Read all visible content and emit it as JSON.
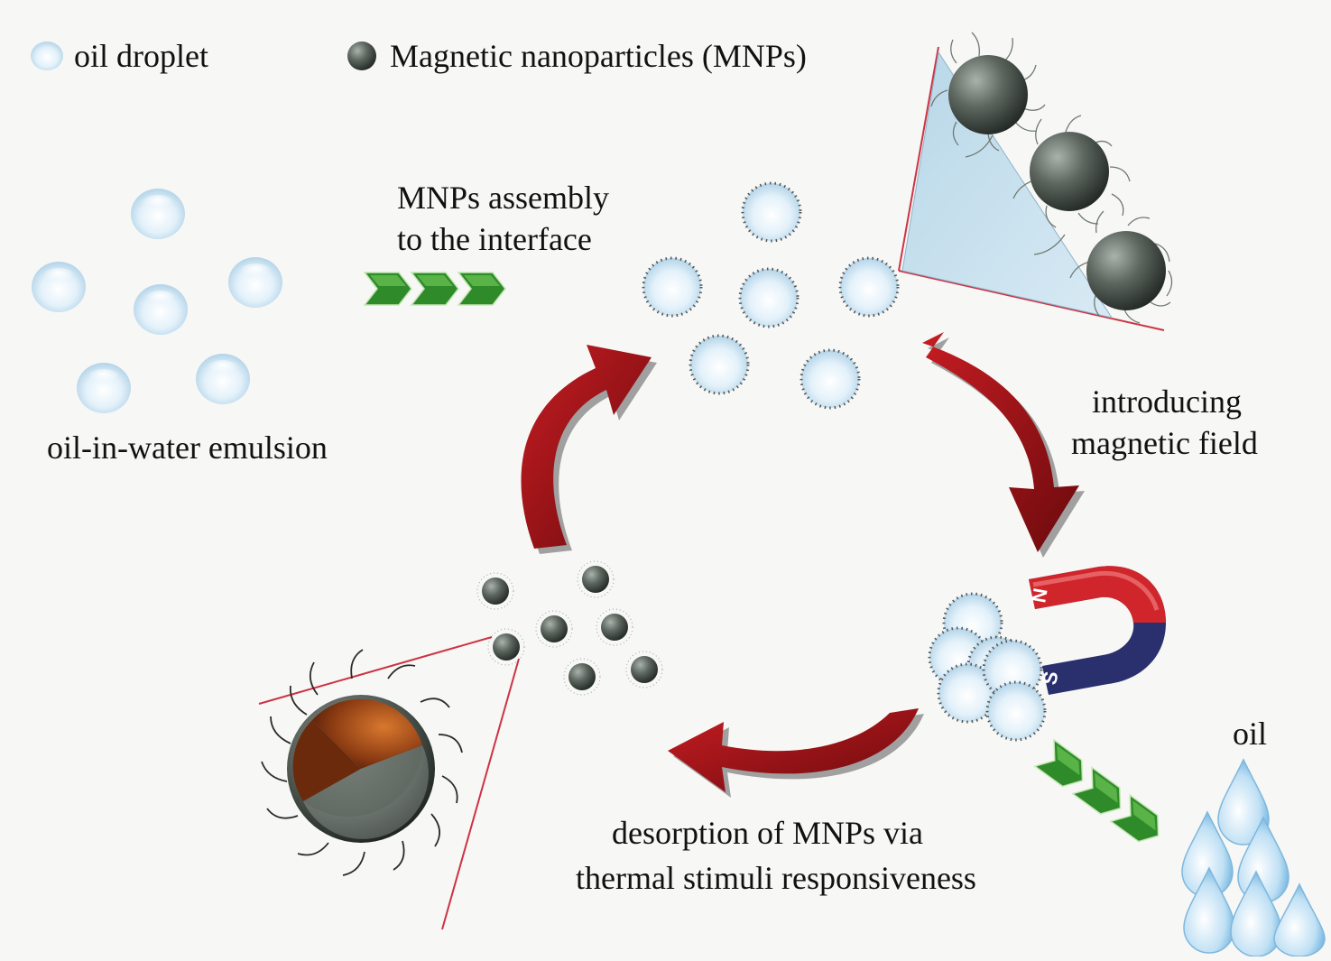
{
  "legend": {
    "oil_droplet": "oil droplet",
    "mnp": "Magnetic nanoparticles (MNPs)"
  },
  "labels": {
    "assembly_line1": "MNPs assembly",
    "assembly_line2": "to the interface",
    "emulsion": "oil-in-water emulsion",
    "magnetic_line1": "introducing",
    "magnetic_line2": "magnetic field",
    "oil": "oil",
    "desorption_line1": "desorption of MNPs via",
    "desorption_line2": "thermal stimuli responsiveness"
  },
  "magnet": {
    "north": "N",
    "south": "S"
  },
  "colors": {
    "droplet": "#cfe6f4",
    "mnp": "#4d564f",
    "cycle_arrow": "#9b1216",
    "step_arrow": "#2f8b2a",
    "magnet_north": "#d0262b",
    "magnet_south": "#27306e",
    "core": "#8a3a12",
    "zoom_lines": "#cc3344"
  }
}
